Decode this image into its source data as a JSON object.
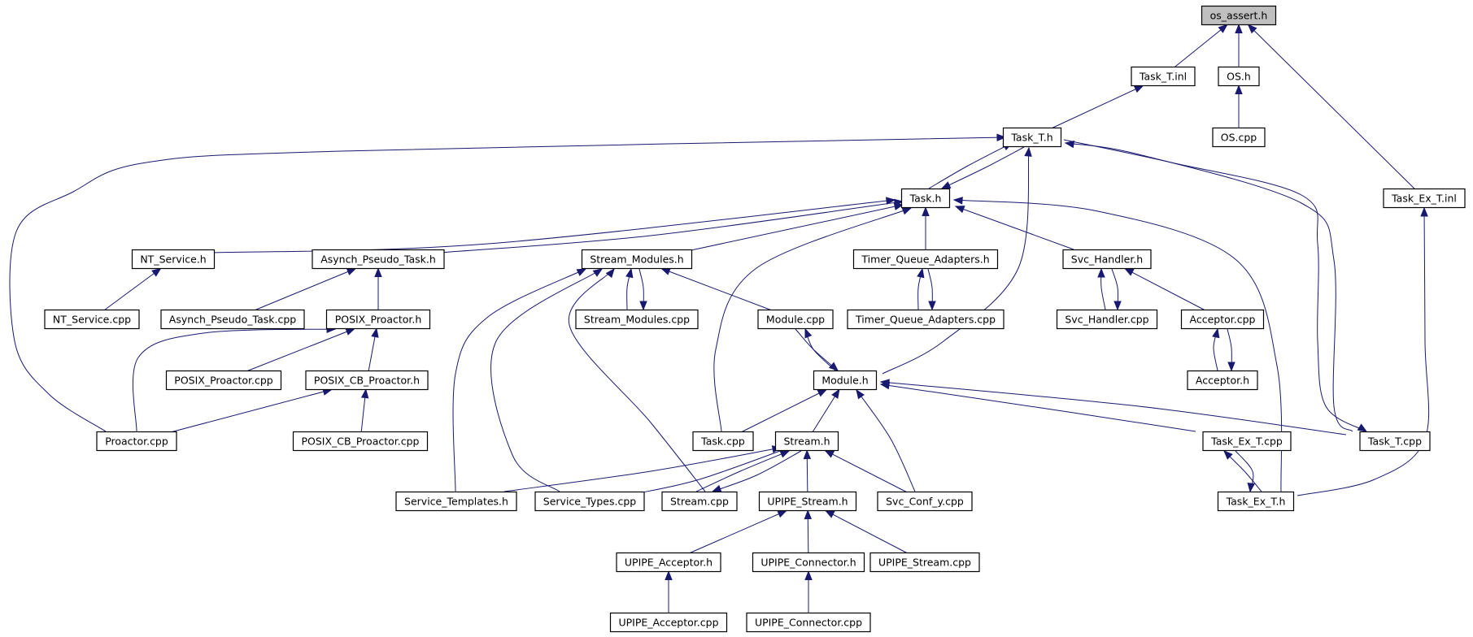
{
  "graph": {
    "root": "os_assert_h",
    "nodes": [
      {
        "id": "os_assert_h",
        "label": "os_assert.h"
      },
      {
        "id": "Task_T_inl",
        "label": "Task_T.inl"
      },
      {
        "id": "OS_h",
        "label": "OS.h"
      },
      {
        "id": "OS_cpp",
        "label": "OS.cpp"
      },
      {
        "id": "Task_T_h",
        "label": "Task_T.h"
      },
      {
        "id": "Task_Ex_T_inl",
        "label": "Task_Ex_T.inl"
      },
      {
        "id": "Task_h",
        "label": "Task.h"
      },
      {
        "id": "NT_Service_h",
        "label": "NT_Service.h"
      },
      {
        "id": "Asynch_Pseudo_Task_h",
        "label": "Asynch_Pseudo_Task.h"
      },
      {
        "id": "Stream_Modules_h",
        "label": "Stream_Modules.h"
      },
      {
        "id": "Timer_Queue_Adapters_h",
        "label": "Timer_Queue_Adapters.h"
      },
      {
        "id": "Svc_Handler_h",
        "label": "Svc_Handler.h"
      },
      {
        "id": "NT_Service_cpp",
        "label": "NT_Service.cpp"
      },
      {
        "id": "Asynch_Pseudo_Task_cpp",
        "label": "Asynch_Pseudo_Task.cpp"
      },
      {
        "id": "POSIX_Proactor_h",
        "label": "POSIX_Proactor.h"
      },
      {
        "id": "Stream_Modules_cpp",
        "label": "Stream_Modules.cpp"
      },
      {
        "id": "Module_cpp",
        "label": "Module.cpp"
      },
      {
        "id": "Timer_Queue_Adapters_cpp",
        "label": "Timer_Queue_Adapters.cpp"
      },
      {
        "id": "Svc_Handler_cpp",
        "label": "Svc_Handler.cpp"
      },
      {
        "id": "Acceptor_cpp",
        "label": "Acceptor.cpp"
      },
      {
        "id": "POSIX_Proactor_cpp",
        "label": "POSIX_Proactor.cpp"
      },
      {
        "id": "POSIX_CB_Proactor_h",
        "label": "POSIX_CB_Proactor.h"
      },
      {
        "id": "Module_h",
        "label": "Module.h"
      },
      {
        "id": "Acceptor_h",
        "label": "Acceptor.h"
      },
      {
        "id": "Proactor_cpp",
        "label": "Proactor.cpp"
      },
      {
        "id": "POSIX_CB_Proactor_cpp",
        "label": "POSIX_CB_Proactor.cpp"
      },
      {
        "id": "Task_cpp",
        "label": "Task.cpp"
      },
      {
        "id": "Stream_h",
        "label": "Stream.h"
      },
      {
        "id": "Task_Ex_T_cpp",
        "label": "Task_Ex_T.cpp"
      },
      {
        "id": "Task_T_cpp",
        "label": "Task_T.cpp"
      },
      {
        "id": "Service_Templates_h",
        "label": "Service_Templates.h"
      },
      {
        "id": "Service_Types_cpp",
        "label": "Service_Types.cpp"
      },
      {
        "id": "Stream_cpp",
        "label": "Stream.cpp"
      },
      {
        "id": "UPIPE_Stream_h",
        "label": "UPIPE_Stream.h"
      },
      {
        "id": "Svc_Conf_y_cpp",
        "label": "Svc_Conf_y.cpp"
      },
      {
        "id": "Task_Ex_T_h",
        "label": "Task_Ex_T.h"
      },
      {
        "id": "UPIPE_Acceptor_h",
        "label": "UPIPE_Acceptor.h"
      },
      {
        "id": "UPIPE_Connector_h",
        "label": "UPIPE_Connector.h"
      },
      {
        "id": "UPIPE_Stream_cpp",
        "label": "UPIPE_Stream.cpp"
      },
      {
        "id": "UPIPE_Acceptor_cpp",
        "label": "UPIPE_Acceptor.cpp"
      },
      {
        "id": "UPIPE_Connector_cpp",
        "label": "UPIPE_Connector.cpp"
      }
    ],
    "edges": [
      {
        "from": "Task_T_inl",
        "to": "os_assert_h"
      },
      {
        "from": "OS_h",
        "to": "os_assert_h"
      },
      {
        "from": "Task_Ex_T_inl",
        "to": "os_assert_h"
      },
      {
        "from": "OS_cpp",
        "to": "OS_h"
      },
      {
        "from": "Task_T_h",
        "to": "Task_T_inl"
      },
      {
        "from": "Task_h",
        "to": "Task_T_h"
      },
      {
        "from": "Task_T_h",
        "to": "Task_h"
      },
      {
        "from": "Proactor_cpp",
        "to": "Task_T_h"
      },
      {
        "from": "Module_h",
        "to": "Task_T_h"
      },
      {
        "from": "Task_T_h",
        "to": "Task_T_cpp"
      },
      {
        "from": "Task_T_cpp",
        "to": "Task_T_h"
      },
      {
        "from": "NT_Service_h",
        "to": "Task_h"
      },
      {
        "from": "Asynch_Pseudo_Task_h",
        "to": "Task_h"
      },
      {
        "from": "Stream_Modules_h",
        "to": "Task_h"
      },
      {
        "from": "Timer_Queue_Adapters_h",
        "to": "Task_h"
      },
      {
        "from": "Svc_Handler_h",
        "to": "Task_h"
      },
      {
        "from": "Task_cpp",
        "to": "Task_h"
      },
      {
        "from": "Task_Ex_T_h",
        "to": "Task_h"
      },
      {
        "from": "NT_Service_cpp",
        "to": "NT_Service_h"
      },
      {
        "from": "Asynch_Pseudo_Task_cpp",
        "to": "Asynch_Pseudo_Task_h"
      },
      {
        "from": "POSIX_Proactor_h",
        "to": "Asynch_Pseudo_Task_h"
      },
      {
        "from": "Stream_Modules_h",
        "to": "Stream_Modules_cpp"
      },
      {
        "from": "Stream_Modules_cpp",
        "to": "Stream_Modules_h"
      },
      {
        "from": "Module_cpp",
        "to": "Stream_Modules_h"
      },
      {
        "from": "Service_Templates_h",
        "to": "Stream_Modules_h"
      },
      {
        "from": "Service_Types_cpp",
        "to": "Stream_Modules_h"
      },
      {
        "from": "Stream_cpp",
        "to": "Stream_Modules_h"
      },
      {
        "from": "Timer_Queue_Adapters_h",
        "to": "Timer_Queue_Adapters_cpp"
      },
      {
        "from": "Timer_Queue_Adapters_cpp",
        "to": "Timer_Queue_Adapters_h"
      },
      {
        "from": "Svc_Handler_h",
        "to": "Svc_Handler_cpp"
      },
      {
        "from": "Svc_Handler_cpp",
        "to": "Svc_Handler_h"
      },
      {
        "from": "Acceptor_cpp",
        "to": "Svc_Handler_h"
      },
      {
        "from": "Acceptor_cpp",
        "to": "Acceptor_h"
      },
      {
        "from": "Acceptor_h",
        "to": "Acceptor_cpp"
      },
      {
        "from": "POSIX_Proactor_cpp",
        "to": "POSIX_Proactor_h"
      },
      {
        "from": "POSIX_CB_Proactor_h",
        "to": "POSIX_Proactor_h"
      },
      {
        "from": "Proactor_cpp",
        "to": "POSIX_Proactor_h"
      },
      {
        "from": "Proactor_cpp",
        "to": "POSIX_CB_Proactor_h"
      },
      {
        "from": "POSIX_CB_Proactor_cpp",
        "to": "POSIX_CB_Proactor_h"
      },
      {
        "from": "Module_cpp",
        "to": "Module_h"
      },
      {
        "from": "Module_h",
        "to": "Module_cpp"
      },
      {
        "from": "Task_cpp",
        "to": "Module_h"
      },
      {
        "from": "Stream_h",
        "to": "Module_h"
      },
      {
        "from": "Svc_Conf_y_cpp",
        "to": "Module_h"
      },
      {
        "from": "Task_Ex_T_cpp",
        "to": "Module_h"
      },
      {
        "from": "Task_T_cpp",
        "to": "Module_h"
      },
      {
        "from": "Service_Templates_h",
        "to": "Stream_h"
      },
      {
        "from": "Service_Types_cpp",
        "to": "Stream_h"
      },
      {
        "from": "Stream_h",
        "to": "Stream_cpp"
      },
      {
        "from": "Stream_cpp",
        "to": "Stream_h"
      },
      {
        "from": "UPIPE_Stream_h",
        "to": "Stream_h"
      },
      {
        "from": "Svc_Conf_y_cpp",
        "to": "Stream_h"
      },
      {
        "from": "Task_Ex_T_h",
        "to": "Task_Ex_T_cpp"
      },
      {
        "from": "Task_Ex_T_cpp",
        "to": "Task_Ex_T_h"
      },
      {
        "from": "Task_Ex_T_h",
        "to": "Task_Ex_T_inl"
      },
      {
        "from": "UPIPE_Acceptor_h",
        "to": "UPIPE_Stream_h"
      },
      {
        "from": "UPIPE_Connector_h",
        "to": "UPIPE_Stream_h"
      },
      {
        "from": "UPIPE_Stream_cpp",
        "to": "UPIPE_Stream_h"
      },
      {
        "from": "UPIPE_Acceptor_cpp",
        "to": "UPIPE_Acceptor_h"
      },
      {
        "from": "UPIPE_Connector_cpp",
        "to": "UPIPE_Connector_h"
      }
    ]
  },
  "colors": {
    "edge": "#191970",
    "node_border": "#000000",
    "node_fill": "#ffffff",
    "root_fill": "#bfbfbf"
  }
}
